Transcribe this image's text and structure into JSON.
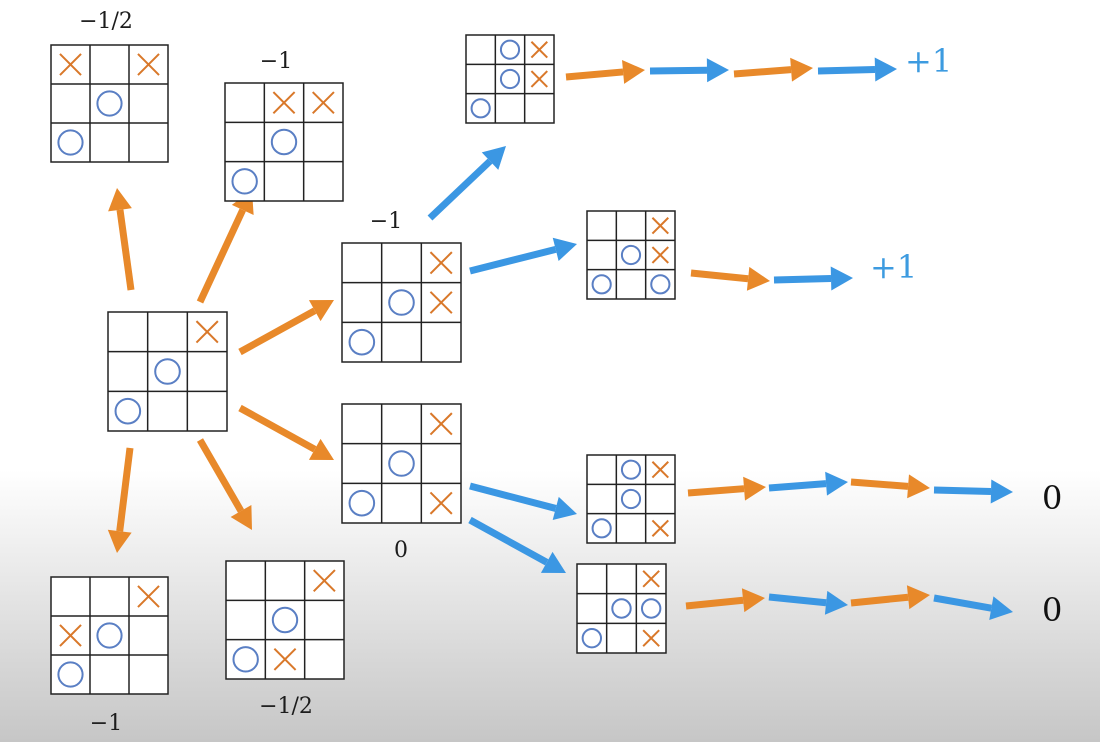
{
  "colors": {
    "x_mark": "#d9782a",
    "o_mark": "#5a7fc4",
    "x_arrow": "#e8892a",
    "o_arrow": "#3b97e3",
    "win_text": "#3d9be0",
    "draw_text": "#111111",
    "grid": "#222222"
  },
  "icons": {
    "x_mark": "cross-mark-icon",
    "o_mark": "circle-mark-icon",
    "arrow": "arrow-icon"
  },
  "root": {
    "cells": [
      "",
      "",
      "X",
      "",
      "O",
      "",
      "O",
      "",
      ""
    ]
  },
  "boards": [
    {
      "id": "child-top-left",
      "label": "−1/2",
      "cells": [
        "X",
        "",
        "X",
        "",
        "O",
        "",
        "O",
        "",
        ""
      ]
    },
    {
      "id": "child-top-right",
      "label": "−1",
      "cells": [
        "",
        "X",
        "X",
        "",
        "O",
        "",
        "O",
        "",
        ""
      ]
    },
    {
      "id": "child-mid-upper",
      "label": "−1",
      "cells": [
        "",
        "",
        "X",
        "",
        "O",
        "X",
        "O",
        "",
        ""
      ]
    },
    {
      "id": "child-mid-lower",
      "label": "0",
      "cells": [
        "",
        "",
        "X",
        "",
        "O",
        "",
        "O",
        "",
        "X"
      ]
    },
    {
      "id": "child-bottom-left",
      "label": "−1",
      "cells": [
        "",
        "",
        "X",
        "X",
        "O",
        "",
        "O",
        "",
        ""
      ]
    },
    {
      "id": "child-bottom-right",
      "label": "−1/2",
      "cells": [
        "",
        "",
        "X",
        "",
        "O",
        "",
        "O",
        "X",
        ""
      ]
    }
  ],
  "continuations": [
    {
      "id": "line-1",
      "cells": [
        "",
        "O",
        "X",
        "",
        "O",
        "X",
        "O",
        "",
        ""
      ],
      "outcome": "+1",
      "outcome_kind": "win"
    },
    {
      "id": "line-2",
      "cells": [
        "",
        "",
        "X",
        "",
        "O",
        "X",
        "O",
        "",
        "O"
      ],
      "outcome": "+1",
      "outcome_kind": "win"
    },
    {
      "id": "line-3",
      "cells": [
        "",
        "O",
        "X",
        "",
        "O",
        "",
        "O",
        "",
        "X"
      ],
      "outcome": "0",
      "outcome_kind": "draw"
    },
    {
      "id": "line-4",
      "cells": [
        "",
        "",
        "X",
        "",
        "O",
        "O",
        "O",
        "",
        "X"
      ],
      "outcome": "0",
      "outcome_kind": "draw"
    }
  ]
}
